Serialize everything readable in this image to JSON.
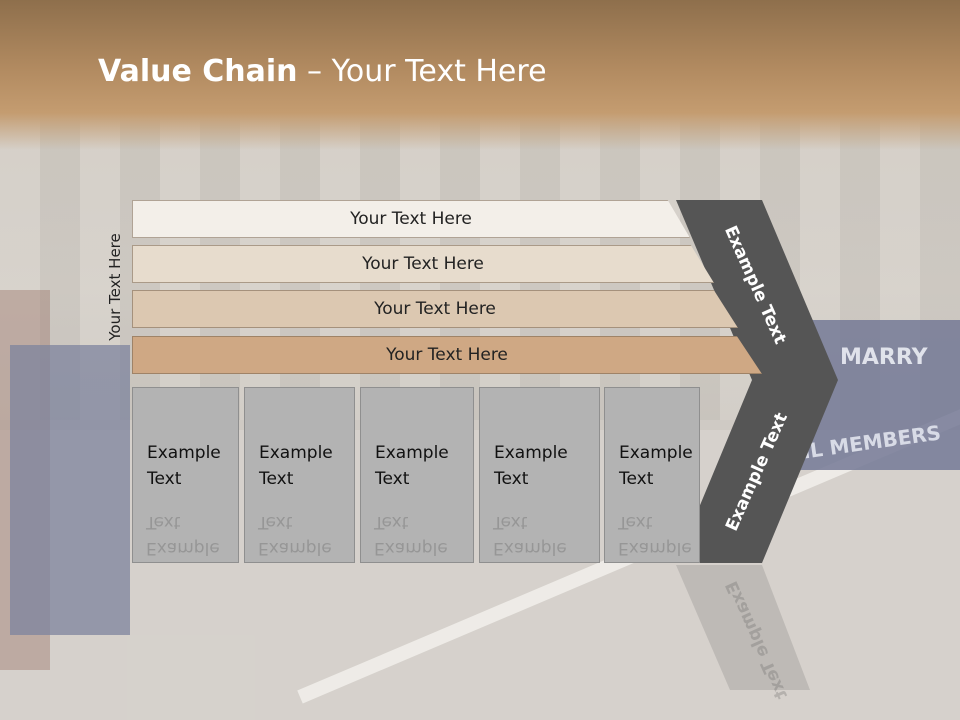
{
  "slide": {
    "title_bold": "Value Chain",
    "title_rest": " – Your Text Here",
    "side_label": "Your Text Here"
  },
  "bars": [
    {
      "label": "Your Text Here",
      "color": "#f3efe9"
    },
    {
      "label": "Your Text Here",
      "color": "#e7dccd"
    },
    {
      "label": "Your Text Here",
      "color": "#dcc8b1"
    },
    {
      "label": "Your Text Here",
      "color": "#cfa884"
    }
  ],
  "boxes": [
    {
      "label": "Example\nText"
    },
    {
      "label": "Example\nText"
    },
    {
      "label": "Example\nText"
    },
    {
      "label": "Example\nText"
    },
    {
      "label": "Example\nText"
    }
  ],
  "chevron": {
    "upper_label": "Example Text",
    "lower_label": "Example Text",
    "color": "#555555"
  },
  "background": {
    "banner_text_1": "MARRY",
    "banner_text_2": "IL MEMBERS"
  }
}
